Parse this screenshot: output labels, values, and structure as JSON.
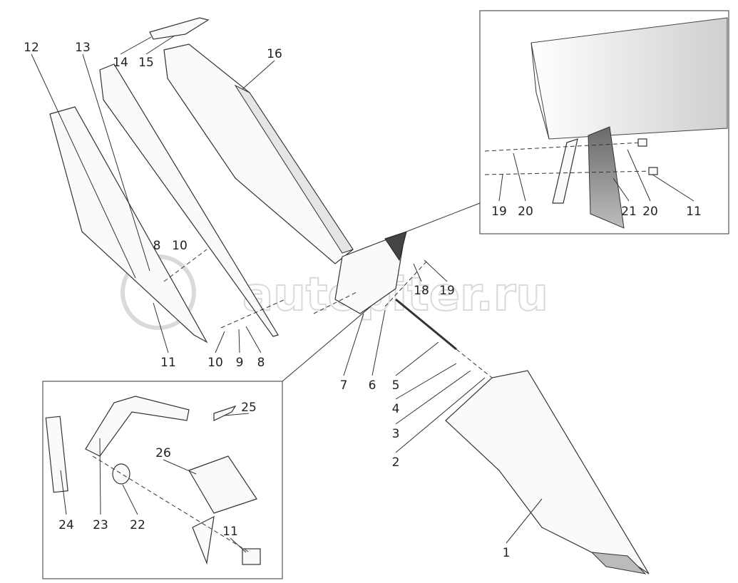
{
  "watermark": "autopiter.ru",
  "main_callouts": [
    "12",
    "13",
    "14",
    "15",
    "16",
    "8",
    "10",
    "11",
    "10",
    "9",
    "8",
    "7",
    "6",
    "5",
    "4",
    "3",
    "2",
    "1",
    "18",
    "19"
  ],
  "inset_top_callouts": [
    "19",
    "20",
    "21",
    "20",
    "11"
  ],
  "inset_bottom_callouts": [
    "25",
    "26",
    "24",
    "23",
    "22",
    "11"
  ]
}
